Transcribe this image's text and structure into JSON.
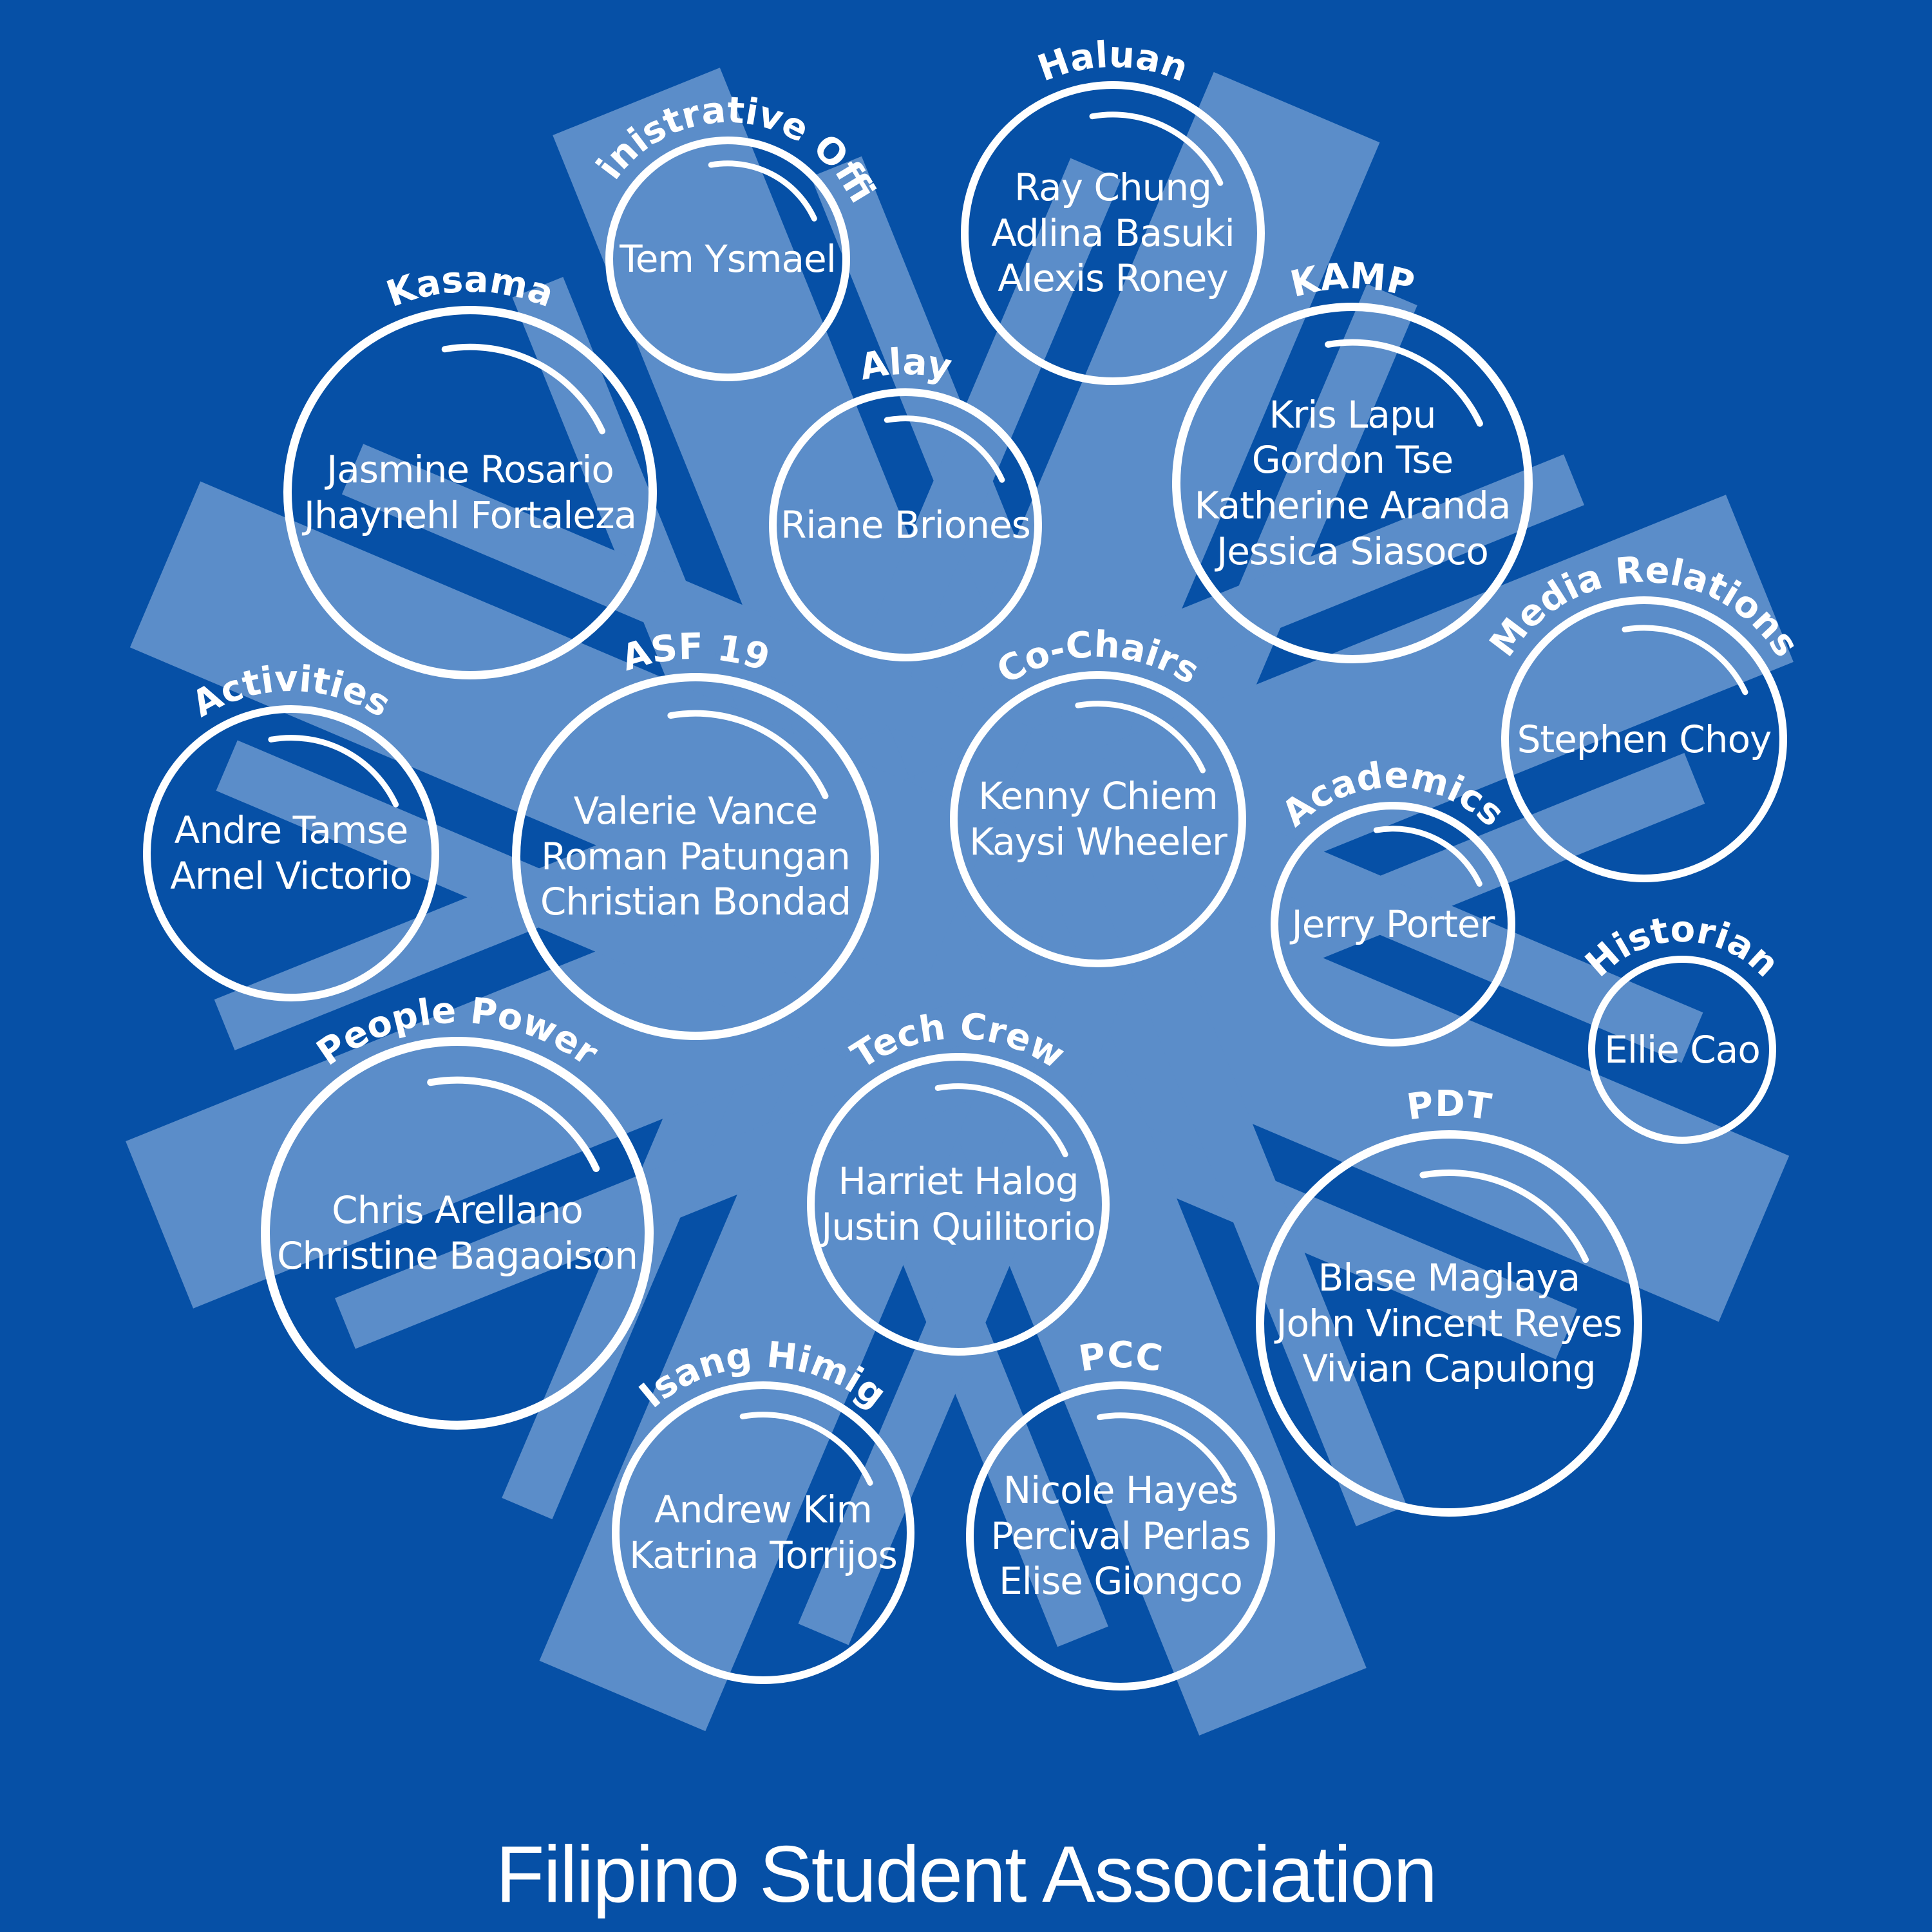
{
  "footer": {
    "title": "Filipino Student Association"
  },
  "colors": {
    "background": "#0650a6",
    "sun": "#5b8dc9",
    "ring": "#ffffff"
  },
  "committees": [
    {
      "name": "Haluan",
      "members": [
        "Ray Chung",
        "Adlina Basuki",
        "Alexis Roney"
      ]
    },
    {
      "name": "Administrative Officer",
      "members": [
        "Tem Ysmael"
      ]
    },
    {
      "name": "Kasama",
      "members": [
        "Jasmine Rosario",
        "Jhaynehl Fortaleza"
      ]
    },
    {
      "name": "Alay",
      "members": [
        "Riane Briones"
      ]
    },
    {
      "name": "KAMP",
      "members": [
        "Kris Lapu",
        "Gordon Tse",
        "Katherine Aranda",
        "Jessica Siasoco"
      ]
    },
    {
      "name": "Media Relations",
      "members": [
        "Stephen Choy"
      ]
    },
    {
      "name": "Activities",
      "members": [
        "Andre Tamse",
        "Arnel Victorio"
      ]
    },
    {
      "name": "ASF 19",
      "members": [
        "Valerie Vance",
        "Roman Patungan",
        "Christian Bondad"
      ]
    },
    {
      "name": "Co-Chairs",
      "members": [
        "Kenny Chiem",
        "Kaysi Wheeler"
      ]
    },
    {
      "name": "Academics",
      "members": [
        "Jerry Porter"
      ]
    },
    {
      "name": "Historian",
      "members": [
        "Ellie Cao"
      ]
    },
    {
      "name": "People Power",
      "members": [
        "Chris Arellano",
        "Christine Bagaoison"
      ]
    },
    {
      "name": "Tech Crew",
      "members": [
        "Harriet Halog",
        "Justin Quilitorio"
      ]
    },
    {
      "name": "PDT",
      "members": [
        "Blase Maglaya",
        "John Vincent Reyes",
        "Vivian Capulong"
      ]
    },
    {
      "name": "Isang Himig",
      "members": [
        "Andrew Kim",
        "Katrina Torrijos"
      ]
    },
    {
      "name": "PCC",
      "members": [
        "Nicole Hayes",
        "Percival Perlas",
        "Elise Giongco"
      ]
    }
  ]
}
